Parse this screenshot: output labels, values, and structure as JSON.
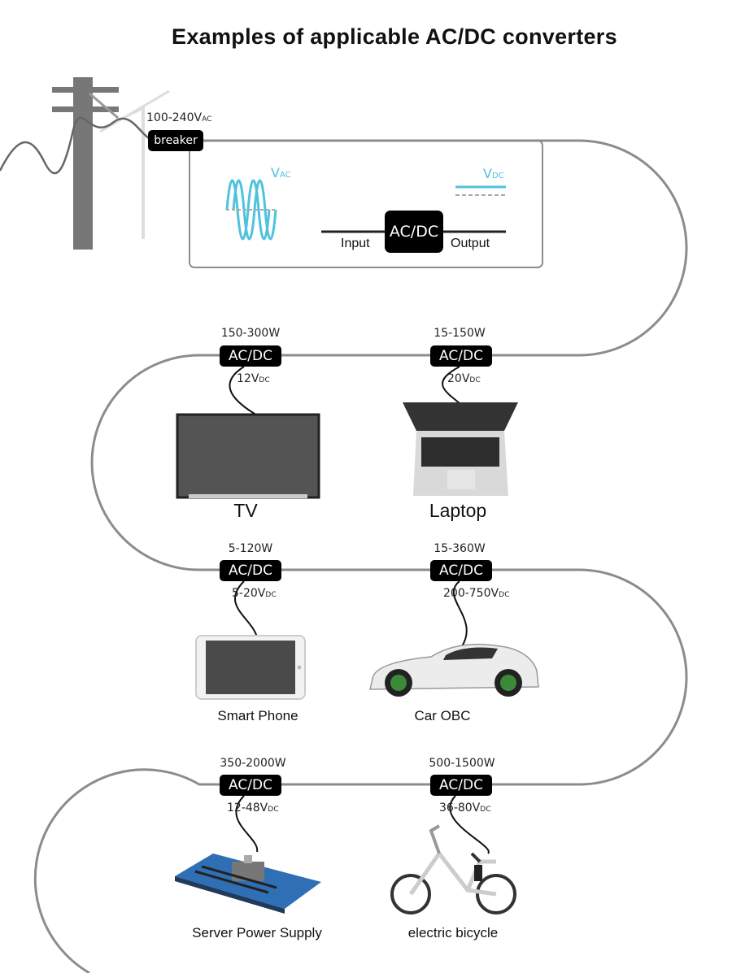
{
  "title": "Examples of applicable AC/DC converters",
  "grid": {
    "input_voltage": "100-240V",
    "input_voltage_unit": "AC",
    "breaker_label": "breaker"
  },
  "converter_panel": {
    "ac_label": "V",
    "ac_unit": "AC",
    "dc_label": "V",
    "dc_unit": "DC",
    "box_label": "AC/DC",
    "input_label": "Input",
    "output_label": "Output"
  },
  "converter_label": "AC/DC",
  "devices": [
    {
      "name": "TV",
      "power": "150-300W",
      "voltage": "12V",
      "unit": "DC"
    },
    {
      "name": "Laptop",
      "power": "15-150W",
      "voltage": "20V",
      "unit": "DC"
    },
    {
      "name": "Smart Phone",
      "power": "5-120W",
      "voltage": "5-20V",
      "unit": "DC"
    },
    {
      "name": "Car OBC",
      "power": "15-360W",
      "voltage": "200-750V",
      "unit": "DC"
    },
    {
      "name": "Server Power Supply",
      "power": "350-2000W",
      "voltage": "12-48V",
      "unit": "DC"
    },
    {
      "name": "electric bicycle",
      "power": "500-1500W",
      "voltage": "36-80V",
      "unit": "DC"
    }
  ],
  "colors": {
    "wire": "#8c8c8c",
    "ac_wave": "#4fc3dc",
    "dc_line": "#4fc3dc"
  }
}
